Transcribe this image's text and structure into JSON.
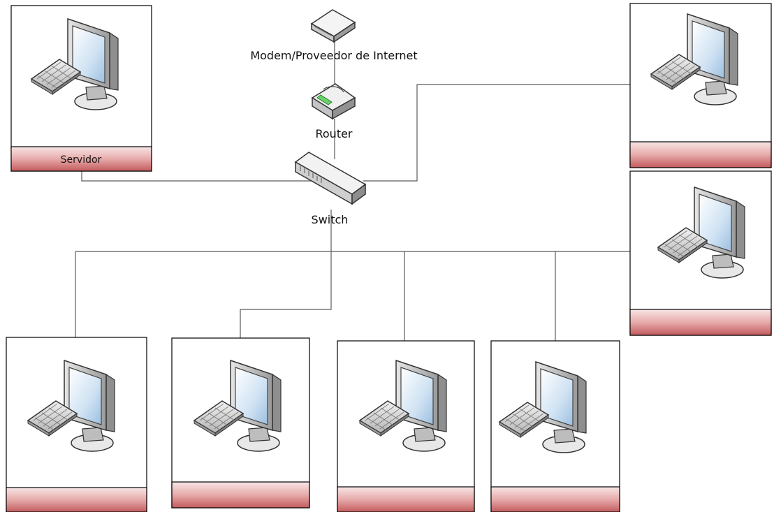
{
  "devices": {
    "modem": {
      "label": "Modem/Proveedor de Internet",
      "icon": "modem-icon"
    },
    "router": {
      "label": "Router",
      "icon": "router-icon"
    },
    "switch": {
      "label": "Switch",
      "icon": "switch-icon"
    }
  },
  "computers": [
    {
      "id": "server",
      "label": "Servidor",
      "icon": "computer-icon"
    },
    {
      "id": "pc-right-top",
      "label": "",
      "icon": "computer-icon"
    },
    {
      "id": "pc-right-middle",
      "label": "",
      "icon": "computer-icon"
    },
    {
      "id": "pc-bottom-1",
      "label": "",
      "icon": "computer-icon"
    },
    {
      "id": "pc-bottom-2",
      "label": "",
      "icon": "computer-icon"
    },
    {
      "id": "pc-bottom-3",
      "label": "",
      "icon": "computer-icon"
    },
    {
      "id": "pc-bottom-4",
      "label": "",
      "icon": "computer-icon"
    }
  ],
  "colors": {
    "line": "#555555",
    "box_border": "#000000",
    "label_bar_top": "#f6dede",
    "label_bar_bottom": "#c0595b"
  }
}
